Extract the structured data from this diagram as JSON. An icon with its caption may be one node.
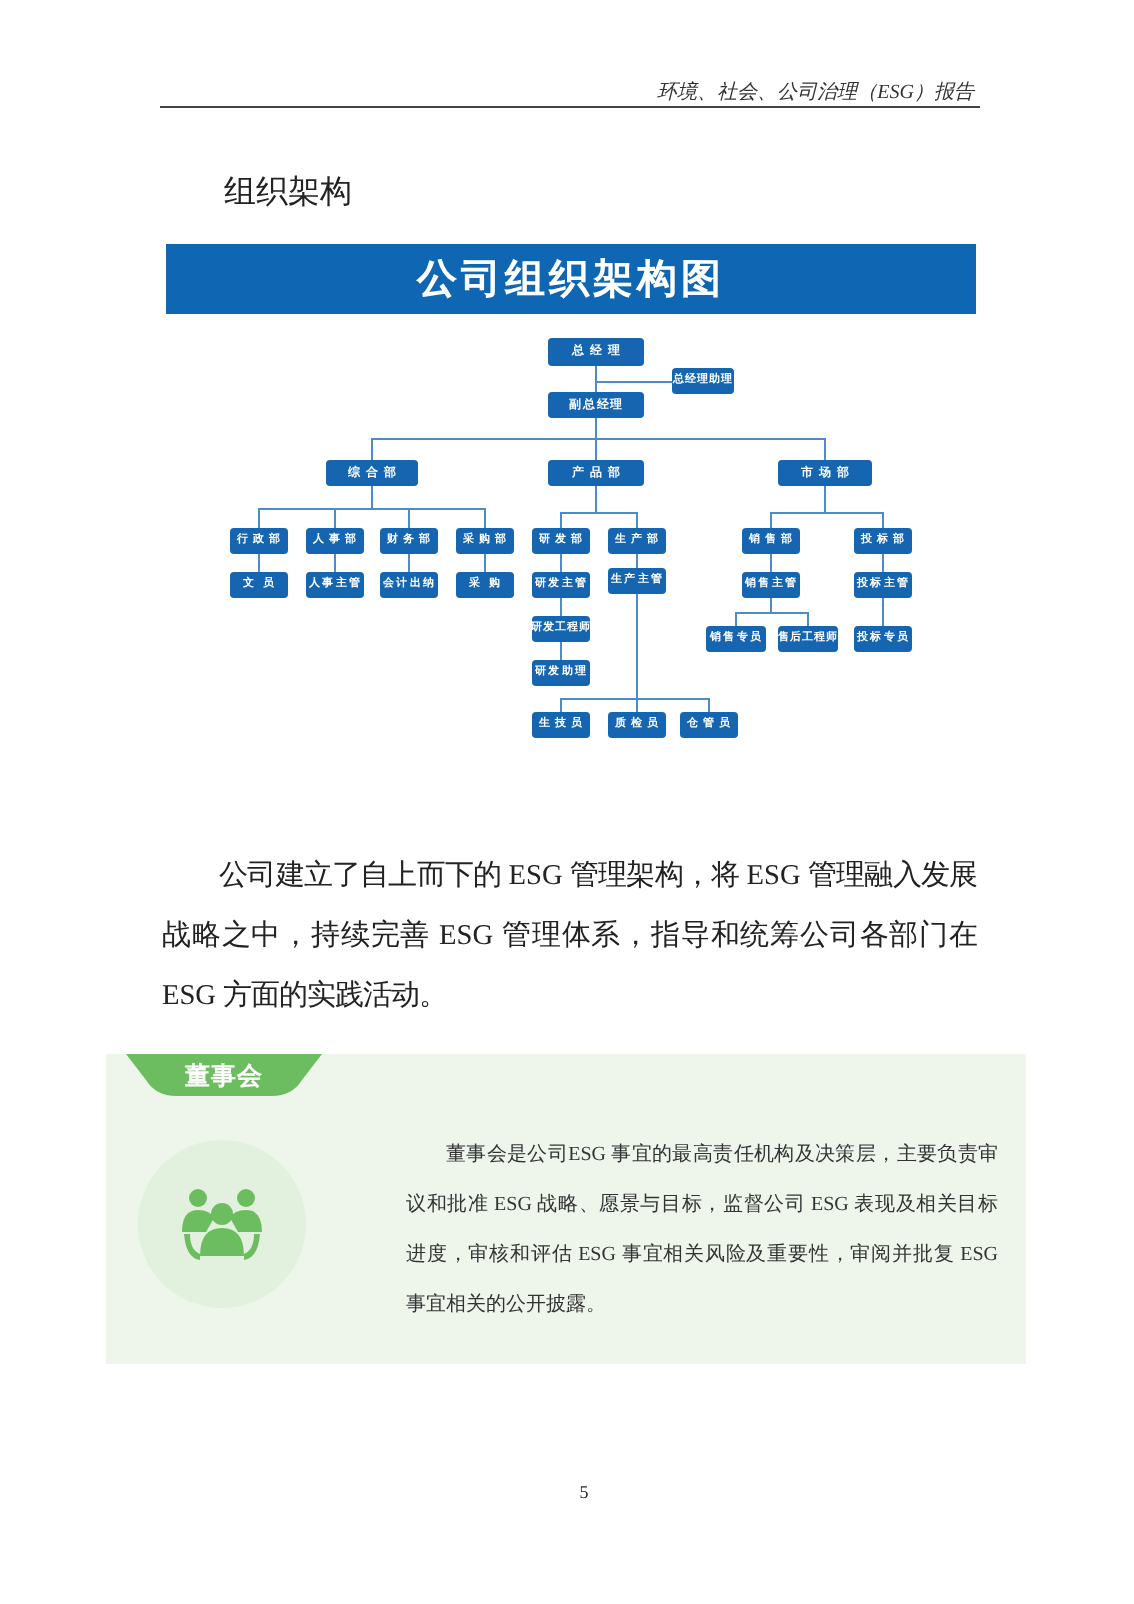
{
  "diagram": {
    "title": "公司组织架构图",
    "nodes": [
      {
        "text": [
          "总经理"
        ]
      },
      {
        "text": [
          "总经理助理"
        ]
      },
      {
        "text": [
          "副总经理"
        ]
      },
      {
        "text": [
          "综合部"
        ]
      },
      {
        "text": [
          "产品部"
        ]
      },
      {
        "text": [
          "市场部"
        ]
      },
      {
        "text": [
          "行政部"
        ]
      },
      {
        "text": [
          "人事部"
        ]
      },
      {
        "text": [
          "财务部"
        ]
      },
      {
        "text": [
          "采购部"
        ]
      },
      {
        "text": [
          "研发部"
        ]
      },
      {
        "text": [
          "生产部"
        ]
      },
      {
        "text": [
          "销售部"
        ]
      },
      {
        "text": [
          "投标部"
        ]
      },
      {
        "text": [
          "文员"
        ]
      },
      {
        "text": [
          "人事主管"
        ]
      },
      {
        "text": [
          "会计出纳"
        ]
      },
      {
        "text": [
          "采购"
        ]
      },
      {
        "text": [
          "研发主管"
        ]
      },
      {
        "text": [
          "生产主管"
        ]
      },
      {
        "text": [
          "销售主管"
        ]
      },
      {
        "text": [
          "投标主管"
        ]
      },
      {
        "text": [
          "研发工程师"
        ]
      },
      {
        "text": [
          "销售专员"
        ]
      },
      {
        "text": [
          "售后工程师"
        ]
      },
      {
        "text": [
          "投标专员"
        ]
      },
      {
        "text": [
          "研发助理"
        ]
      },
      {
        "text": [
          "生技员"
        ]
      },
      {
        "text": [
          "质检员"
        ]
      },
      {
        "text": [
          "仓管员"
        ]
      },
      {
        "text": [
          "董事会",
          "董事会是公司ESG 事宜的最高责任机构及决策层，主要负责审议和批准 ESG 战略、愿景与目标，监督公司 ESG 表现及相关目标进度，审核和评估 ESG 事宜相关风险及重要性，审阅并批复 ESG 事宜相关的公开披露。"
        ]
      }
    ],
    "edges": [
      {
        "from": 0,
        "to": 1,
        "arrow": "none"
      },
      {
        "from": 0,
        "to": 2,
        "arrow": "none"
      },
      {
        "from": 2,
        "to": 3,
        "arrow": "none"
      },
      {
        "from": 2,
        "to": 4,
        "arrow": "none"
      },
      {
        "from": 2,
        "to": 5,
        "arrow": "none"
      },
      {
        "from": 3,
        "to": 6,
        "arrow": "none"
      },
      {
        "from": 3,
        "to": 7,
        "arrow": "none"
      },
      {
        "from": 3,
        "to": 8,
        "arrow": "none"
      },
      {
        "from": 3,
        "to": 9,
        "arrow": "none"
      },
      {
        "from": 4,
        "to": 10,
        "arrow": "none"
      },
      {
        "from": 4,
        "to": 11,
        "arrow": "none"
      },
      {
        "from": 5,
        "to": 12,
        "arrow": "none"
      },
      {
        "from": 5,
        "to": 13,
        "arrow": "none"
      },
      {
        "from": 6,
        "to": 14,
        "arrow": "none"
      },
      {
        "from": 7,
        "to": 15,
        "arrow": "none"
      },
      {
        "from": 8,
        "to": 16,
        "arrow": "none"
      },
      {
        "from": 9,
        "to": 17,
        "arrow": "none"
      },
      {
        "from": 10,
        "to": 18,
        "arrow": "none"
      },
      {
        "from": 11,
        "to": 19,
        "arrow": "none"
      },
      {
        "from": 12,
        "to": 20,
        "arrow": "none"
      },
      {
        "from": 13,
        "to": 21,
        "arrow": "none"
      },
      {
        "from": 18,
        "to": 22,
        "arrow": "none"
      },
      {
        "from": 20,
        "to": 23,
        "arrow": "none"
      },
      {
        "from": 20,
        "to": 24,
        "arrow": "none"
      },
      {
        "from": 21,
        "to": 25,
        "arrow": "none"
      },
      {
        "from": 22,
        "to": 26,
        "arrow": "none"
      },
      {
        "from": 19,
        "to": 27,
        "arrow": "none"
      },
      {
        "from": 19,
        "to": 28,
        "arrow": "none"
      },
      {
        "from": 19,
        "to": 29,
        "arrow": "none"
      }
    ],
    "labels": [
      "环境、社会、公司治理（ESG）报告",
      "组织架构",
      "公司建立了自上而下的 ESG 管理架构，将 ESG 管理融入发展战略之中，持续完善 ESG 管理体系，指导和统筹公司各部门在 ESG 方面的实践活动。",
      "5"
    ]
  }
}
